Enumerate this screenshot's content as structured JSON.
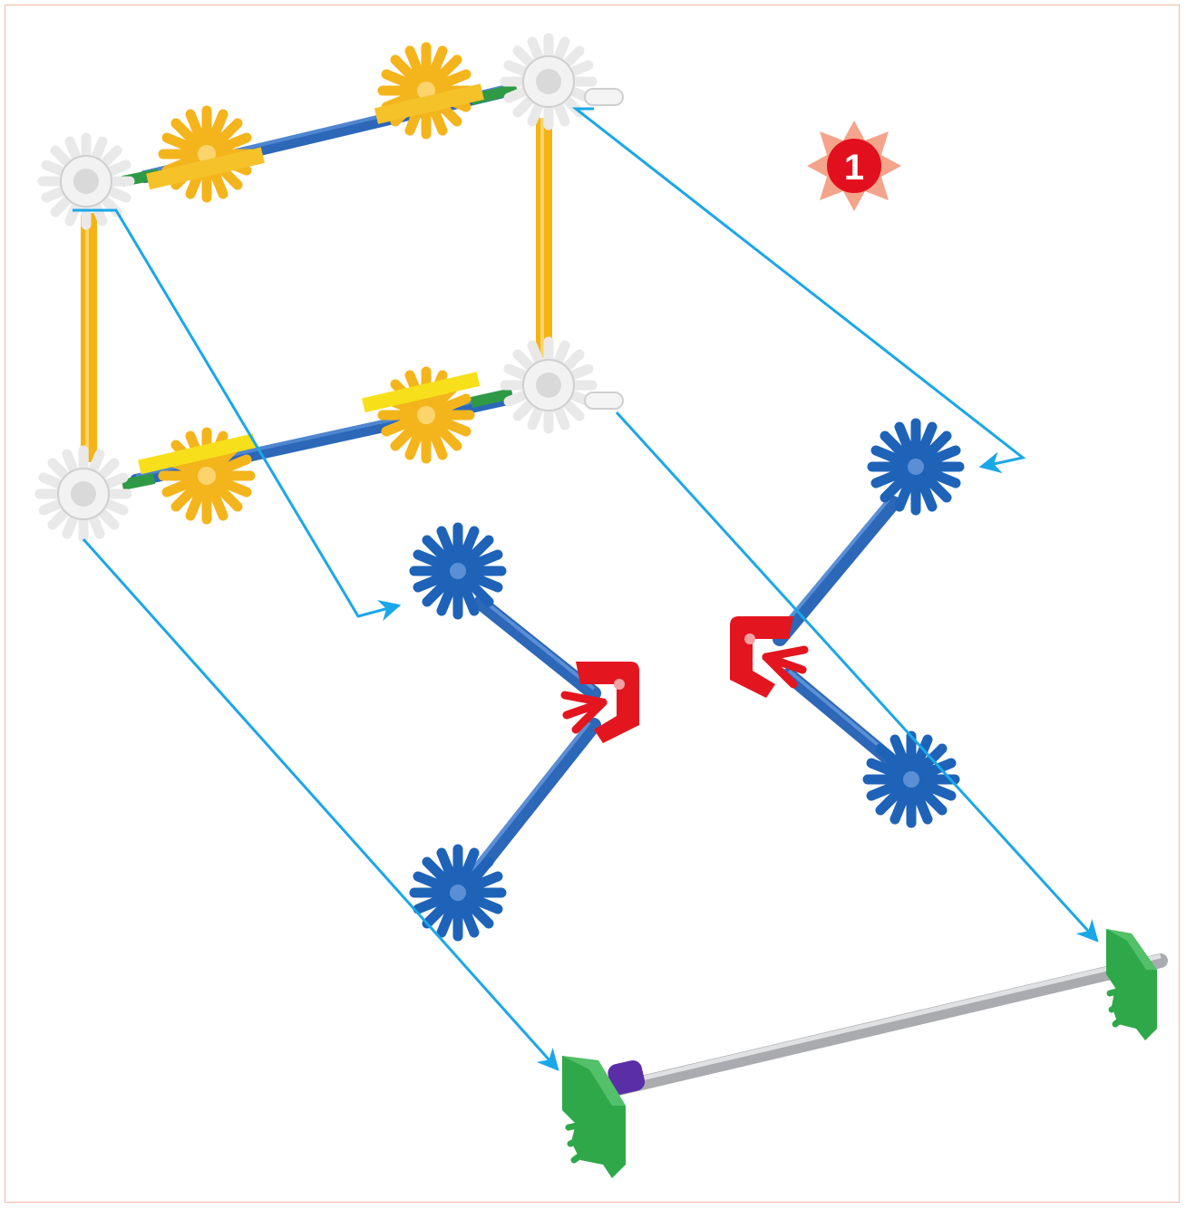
{
  "step": {
    "number": "1",
    "badge_color": "#e2101f",
    "star_color": "#f4a48b"
  },
  "colors": {
    "frame_border": "#f0b8a8",
    "guide_line": "#1aa7e8",
    "white_connector": "#f2f2f2",
    "yellow_connector": "#f4b51c",
    "blue_connector": "#1e63b8",
    "red_connector": "#e3161f",
    "green_connector": "#2fa84a",
    "blue_rod": "#2c67b8",
    "yellow_rod": "#f5b316",
    "green_rod": "#2e9a45",
    "purple_spacer": "#5a2ea6",
    "grey_rod": "#a9abae"
  },
  "parts": {
    "frame_assembly": "white-yellow-blue-frame",
    "left_arm": "blue-arm-left",
    "right_arm": "blue-arm-right",
    "axle_assembly": "grey-rod-axle"
  }
}
